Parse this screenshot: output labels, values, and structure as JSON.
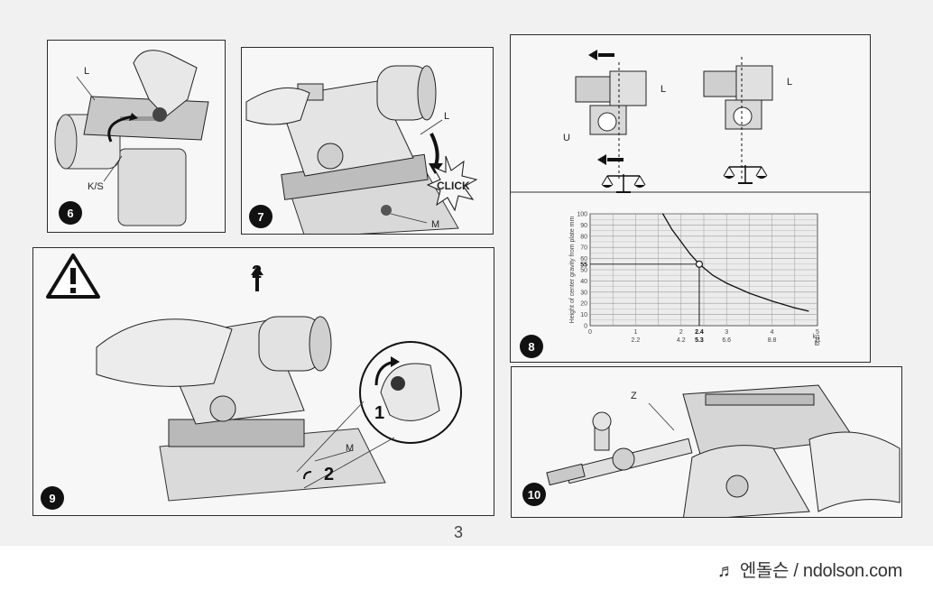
{
  "panels": {
    "p6": {
      "number": "6",
      "labels": {
        "l": "L",
        "ks": "K/S"
      }
    },
    "p7": {
      "number": "7",
      "labels": {
        "l": "L",
        "m": "M",
        "click": "CLICK"
      }
    },
    "p8": {
      "number": "8",
      "labels": {
        "l1": "L",
        "l2": "L",
        "u": "U"
      }
    },
    "p9": {
      "number": "9",
      "labels": {
        "m": "M",
        "step1": "1",
        "step2a": "2",
        "step2b": "2"
      }
    },
    "p10": {
      "number": "10",
      "labels": {
        "z": "Z"
      }
    }
  },
  "icons": [
    "warning-triangle-icon",
    "balance-scale-icon",
    "arrow-left-icon",
    "arrow-up-icon",
    "rotate-arrow-icon"
  ],
  "chart_data": {
    "type": "line",
    "title": "",
    "ylabel": "Height of center gravity from plate mm",
    "xlabel_primary": "kg",
    "xlabel_secondary": "lb",
    "ylim": [
      0,
      100
    ],
    "xlim": [
      0,
      5
    ],
    "y_ticks": [
      "0",
      "10",
      "20",
      "30",
      "40",
      "50",
      "55",
      "60",
      "70",
      "80",
      "90",
      "100"
    ],
    "x_ticks_kg": [
      "0",
      "1",
      "2",
      "2.4",
      "3",
      "4",
      "5"
    ],
    "x_ticks_lb": [
      "2.2",
      "4.2",
      "5.3",
      "6.6",
      "8.8",
      "11"
    ],
    "x_kg": [
      1.6,
      1.8,
      2.0,
      2.2,
      2.4,
      2.7,
      3.0,
      3.5,
      4.0,
      4.5,
      4.8
    ],
    "y_mm": [
      100,
      86,
      75,
      64,
      55,
      45,
      38,
      29,
      22,
      16,
      13
    ],
    "highlight_point": {
      "x": 2.4,
      "y": 55
    },
    "grid": true
  },
  "page": {
    "number": "3"
  },
  "footer": {
    "text": "♬ 엔돌슨 / ndolson.com"
  }
}
